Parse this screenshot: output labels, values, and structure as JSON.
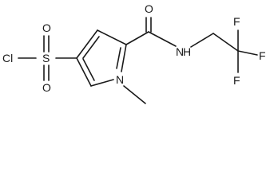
{
  "molecule": {
    "atoms": {
      "cl": "Cl",
      "s": "S",
      "o_top": "O",
      "o_bottom": "O",
      "o_carbonyl": "O",
      "n_amide": "N",
      "h_amide": "H",
      "n_ring": "N",
      "f_top": "F",
      "f_right": "F",
      "f_bottom": "F"
    }
  }
}
